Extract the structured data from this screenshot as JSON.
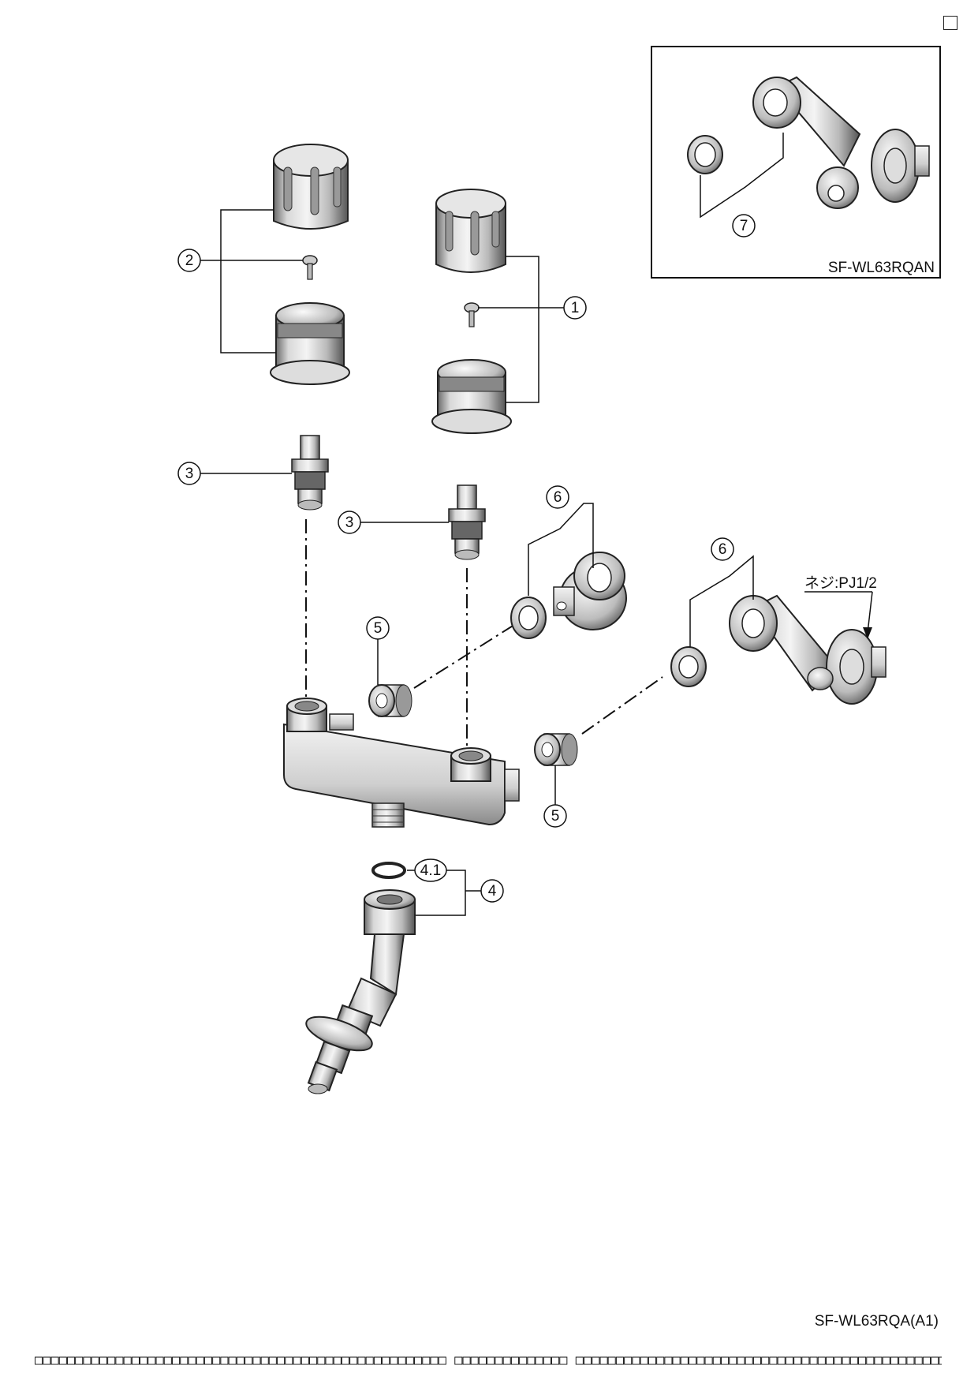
{
  "model_code": "SF-WL63RQA(A1)",
  "inset_model_code": "SF-WL63RQAN",
  "thread_note": "ネジ:PJ1/2",
  "callouts": {
    "c1": "1",
    "c2": "2",
    "c3a": "3",
    "c3b": "3",
    "c4": "4",
    "c41": "4.1",
    "c5a": "5",
    "c5b": "5",
    "c6a": "6",
    "c6b": "6",
    "c7": "7"
  },
  "footer_text": "□□□□□□□□□□□□□□□□□□□□□□□□□□□□□□□□□□□□□□□□□□□□□□□□□□□ □□□□□□□□□□□□□□ □□□□□□□□□□□□□□□□□□□□□□□□□□□□□□□□□□□□□□□□□□□□□□□□□□□□□□□□"
}
